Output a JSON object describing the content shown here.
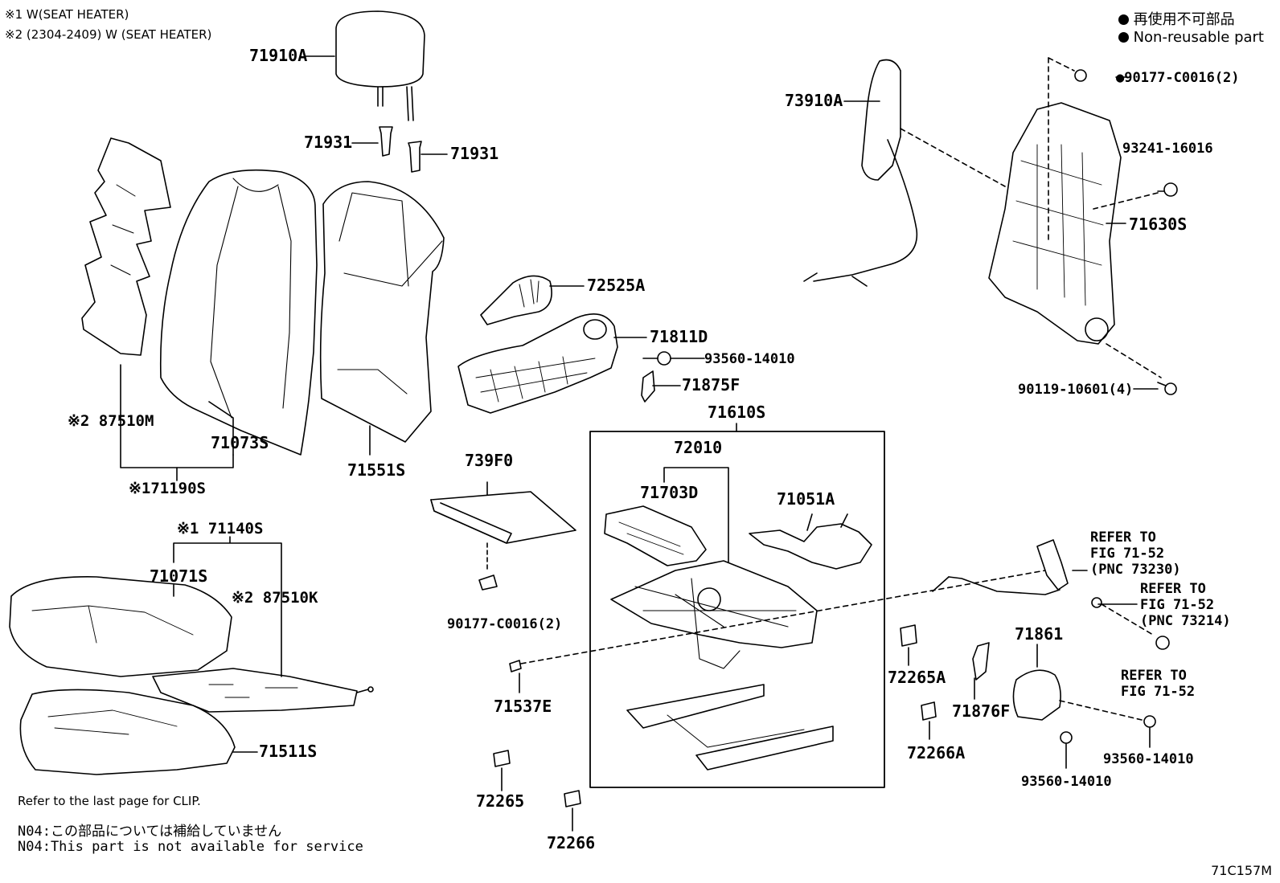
{
  "notes": {
    "heater1": "※1 W(SEAT HEATER)",
    "heater2": "※2 (2304-2409) W (SEAT HEATER)",
    "clip": "Refer to the last page for CLIP.",
    "n04_jp": "N04:この部品については補給していません",
    "n04_en": "N04:This part is not available for service"
  },
  "legend": {
    "jp": "再使用不可部品",
    "en": "Non-reusable part"
  },
  "diagram_code": "71C157M",
  "labels": {
    "p71910A": "71910A",
    "p71931a": "71931",
    "p71931b": "71931",
    "p87510M": "※2 87510M",
    "p71073S": "71073S",
    "p71190S": "※171190S",
    "p71551S": "71551S",
    "p72525A": "72525A",
    "p71811D": "71811D",
    "p93560a": "93560-14010",
    "p71875F": "71875F",
    "p71610S": "71610S",
    "p72010": "72010",
    "p71703D": "71703D",
    "p71051A": "71051A",
    "p739F0": "739F0",
    "p90177b": "90177-C0016(2)",
    "p71140S": "※1 71140S",
    "p71071S": "71071S",
    "p87510K": "※2 87510K",
    "p71511S": "71511S",
    "p71537E": "71537E",
    "p72265": "72265",
    "p72266": "72266",
    "p73910A": "73910A",
    "p90177a": "●90177-C0016(2)",
    "p93241": "93241-16016",
    "p71630S": "71630S",
    "p90119": "90119-10601(4)",
    "p72265A": "72265A",
    "p72266A": "72266A",
    "p71876F": "71876F",
    "p71861": "71861",
    "p93560b": "93560-14010",
    "p93560c": "93560-14010",
    "ref1a": "REFER TO",
    "ref1b": "FIG 71-52",
    "ref1c": "(PNC 73230)",
    "ref2a": "REFER TO",
    "ref2b": "FIG 71-52",
    "ref2c": "(PNC 73214)",
    "ref3a": "REFER TO",
    "ref3b": "FIG 71-52"
  }
}
